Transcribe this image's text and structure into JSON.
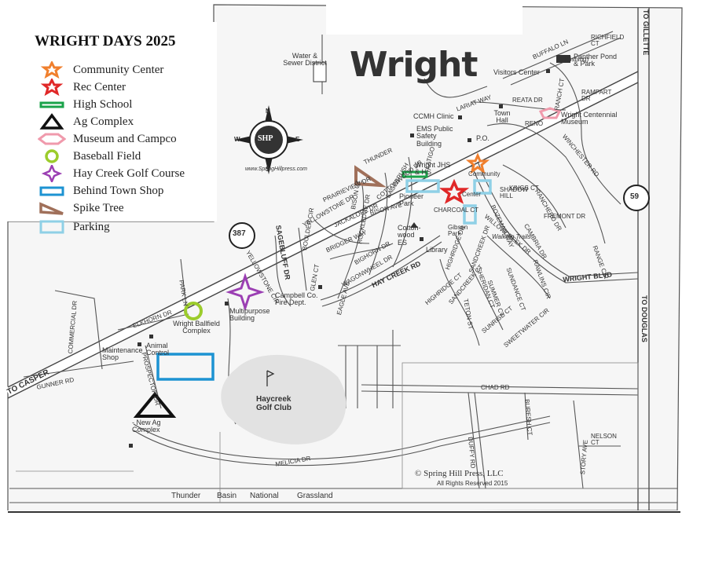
{
  "legend": {
    "title": "WRIGHT DAYS 2025",
    "items": [
      {
        "key": "community_center",
        "label": "Community Center",
        "icon": "orange-star-outline",
        "color": "#f07f2d"
      },
      {
        "key": "rec_center",
        "label": "Rec Center",
        "icon": "red-star-outline",
        "color": "#e02828"
      },
      {
        "key": "high_school",
        "label": "High School",
        "icon": "green-bar",
        "color": "#1aa34a"
      },
      {
        "key": "ag_complex",
        "label": "Ag Complex",
        "icon": "black-triangle-outline",
        "color": "#111111"
      },
      {
        "key": "museum",
        "label": "Museum and Campco",
        "icon": "pink-hexagon-outline",
        "color": "#f09aac"
      },
      {
        "key": "baseball",
        "label": "Baseball Field",
        "icon": "green-circle-outline",
        "color": "#9ccc2c"
      },
      {
        "key": "golf",
        "label": "Hay Creek Golf Course",
        "icon": "purple-star-outline",
        "color": "#9b3fb3"
      },
      {
        "key": "town_shop",
        "label": "Behind Town Shop",
        "icon": "blue-rectangle-outline",
        "color": "#1d93d2"
      },
      {
        "key": "spike_tree",
        "label": "Spike Tree",
        "icon": "brown-triangle-outline",
        "color": "#a0705a"
      },
      {
        "key": "parking",
        "label": "Parking",
        "icon": "light-blue-rectangle-outline",
        "color": "#8fd0e6"
      }
    ]
  },
  "map": {
    "town_name": "Wright",
    "compass": {
      "letters": [
        "N",
        "E",
        "S",
        "W"
      ],
      "logo": "SHP",
      "url": "www.SpringHillpress.com"
    },
    "highways": {
      "route_387": "387",
      "route_59": "59"
    },
    "directions": {
      "gillette": "TO GILLETTE",
      "douglas": "TO DOUGLAS",
      "casper": "TO CASPER"
    },
    "places": {
      "water_sewer": "Water & Sewer District",
      "panther_pond": "Panther Pond & Park",
      "fishing": "(Fishing)",
      "visitors_center": "Visitors Center",
      "town_hall": "Town Hall",
      "ccmh_clinic": "CCMH Clinic",
      "ems": "EMS Public Safety Building",
      "po": "P.O.",
      "jhs_hs": "Wright JHS & HS",
      "community": "Community",
      "pioneer_park": "Pioneer Park",
      "cottonwood": "Cotton-wood ES",
      "library": "Library",
      "gibson_park": "Gibson Park",
      "rec_ctr": "Center",
      "centennial_museum": "Wright Centennial Museum",
      "campbell_fire": "Campbell Co. Fire Dept.",
      "multipurpose": "Multipurpose Building",
      "ballfield": "Wright Ballfield Complex",
      "animal_control": "Animal Control",
      "maintenance": "Maintenance Shop",
      "new_ag": "- New Ag Complex",
      "golf_club": "Haycreek Golf Club",
      "thunder_basin": [
        "Thunder",
        "Basin",
        "National",
        "Grassland"
      ],
      "copyright": "© Spring Hill Press, LLC",
      "rights": "All Rights Reserved 2015"
    },
    "streets": {
      "buffalo_ln": "BUFFALO LN",
      "richfield_ct": "RICHFIELD CT",
      "rampart_dr": "RAMPART DR",
      "reata_dr": "REATA DR",
      "ranch_ct": "RANCH CT",
      "lariat_way": "LARIAT WAY",
      "reno": "RENO",
      "winchester_rd": "WINCHESTER RD",
      "kings_ct": "KINGS CT",
      "shadow_hill": "SHADOW HILL",
      "ranchero_dr": "RANCHERO DR",
      "fremont_dr": "FREMONT DR",
      "cambria_dr": "CAMBRIA DR",
      "bozeman_way": "BOZEMAN WAY",
      "willowcreek_dr": "WILLOWCREEK DR",
      "wright_blvd": "WRIGHT BLVD",
      "range_cir": "RANGE CIR",
      "rawlins_cir": "RAWLINS CIR",
      "sundance_ct": "SUNDANCE CT",
      "summer_ct": "SUMMER CT",
      "sheridan_ct": "SHERIDAN CT",
      "sandcreek_dr": "SANDCREEK DR",
      "sandcreek_ct": "SANDCREEK CT",
      "teton_st": "TETON ST",
      "sunrise_ct": "SUNRISE CT",
      "sweetwater_cir": "SWEETWATER CIR",
      "highridge_dr": "HIGHRIDGE DR",
      "highridge_ct": "HIGHRIDGE CT",
      "hay_creek_rd": "HAY CREEK RD",
      "chad_rd": "CHAD RD",
      "duffy_rd": "DUFFY RD",
      "buresh_ct": "BURESH CT",
      "nelson_ct": "NELSON CT",
      "story_ave": "STORY AVE",
      "melicia_dr": "MELICIA DR",
      "gunner_rd": "GUNNER RD",
      "commercial_dr": "COMMERCIAL DR",
      "elkhorn_dr": "ELKHORN DR",
      "park_ln": "PARK LN",
      "prospector_dr": "PROSPECTOR DR",
      "yellowstone_cir": "YELLOWSTONE CIR",
      "yellowstone_dr": "YELLOWSTONE DR",
      "sagebluff_dr": "SAGEBLUFF DR",
      "prairieview_dr": "PRAIRIEVIEW DR",
      "boulder_cir": "BOULDER CIR",
      "bridger_way": "BRIDGER WAY",
      "jackalope_dr": "JACKALOPE DR",
      "bison_ct": "BISON CT",
      "rockledge_dr": "ROCKLEDGE DR",
      "bighorn_dr": "BIGHORN DR",
      "wagonwheel_dr": "WAGONWHEEL DR",
      "eagle_ave": "EAGLE AVE",
      "glen_ct": "GLEN CT",
      "cottonwood_dr": "COTTONWOOD DR",
      "thunder": "THUNDER",
      "bison_ave": "BISON AVE",
      "sagebrush": "SAGEBRUSH",
      "latigo": "LATIGO",
      "charcoal_ct": "CHARCOAL CT",
      "walking_trails": "Walking Trails"
    }
  }
}
